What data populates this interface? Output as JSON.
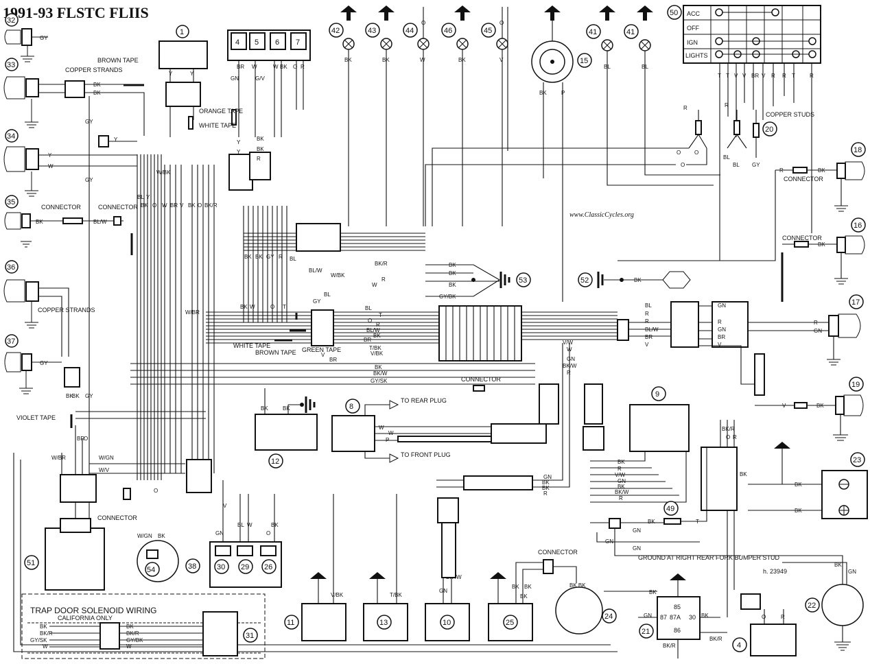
{
  "title": "1991-93 FLSTC FLIIS",
  "watermark": "www.ClassicCycles.org",
  "figure_id": "h. 23949",
  "notes": {
    "brown_tape": "BROWN TAPE",
    "copper_strands": "COPPER STRANDS",
    "orange_tape": "ORANGE TAPE",
    "white_tape": "WHITE TAPE",
    "white_tape2": "WHITE TAPE",
    "brown_tape2": "BROWN TAPE",
    "green_tape": "GREEN TAPE",
    "violet_tape": "VIOLET TAPE",
    "copper_strands2": "COPPER STRANDS",
    "copper_studs": "COPPER STUDS",
    "connector": "CONNECTOR",
    "to_rear_plug": "TO REAR PLUG",
    "to_front_plug": "TO FRONT PLUG",
    "ground_note": "GROUND AT RIGHT REAR FORK BUMPER STUD",
    "trap_door": "TRAP DOOR SOLENOID WIRING",
    "california": "CALIFORNIA ONLY"
  },
  "ignition_switch": {
    "label": "50",
    "positions": [
      "ACC",
      "OFF",
      "IGN",
      "LIGHTS"
    ],
    "terminals": [
      "T",
      "T",
      "V",
      "V",
      "BR",
      "V",
      "R",
      "R",
      "T",
      "R"
    ]
  },
  "components": {
    "c1": "1",
    "c4": "4",
    "c5": "5",
    "c6": "6",
    "c7": "7",
    "c8": "8",
    "c9": "9",
    "c10": "10",
    "c11": "11",
    "c12": "12",
    "c13": "13",
    "c15": "15",
    "c16": "16",
    "c17": "17",
    "c18": "18",
    "c19": "19",
    "c20": "20",
    "c21": "21",
    "c22": "22",
    "c23": "23",
    "c24": "24",
    "c25": "25",
    "c26": "26",
    "c29": "29",
    "c30": "30",
    "c31": "31",
    "c32": "32",
    "c33": "33",
    "c34": "34",
    "c35": "35",
    "c36": "36",
    "c37": "37",
    "c38": "38",
    "c41a": "41",
    "c41b": "41",
    "c42": "42",
    "c43": "43",
    "c44": "44",
    "c45": "45",
    "c46": "46",
    "c49": "49",
    "c51": "51",
    "c52": "52",
    "c53": "53",
    "c54": "54",
    "c4b": "4"
  },
  "relay_pins": {
    "p85": "85",
    "p87": "87",
    "p87a": "87A",
    "p30": "30",
    "p86": "86"
  },
  "wire_labels": {
    "gy1": "GY",
    "bk1": "BK",
    "bk2": "BK",
    "gy2": "GY",
    "gy3": "GY",
    "y1": "Y",
    "w1": "W",
    "y2": "Y",
    "y3": "Y",
    "bk35": "BK",
    "blw35": "BL/W",
    "gy37": "GY",
    "bk42": "BK",
    "bk43": "BK",
    "o44": "O",
    "w44": "W",
    "bk46": "BK",
    "o45": "O",
    "v45": "V",
    "bk15": "BK",
    "p15": "P",
    "bl41a": "BL",
    "bl41b": "BL",
    "br4": "BR",
    "w5": "W",
    "w6": "W",
    "bk6": "BK",
    "o7": "O",
    "r7": "R",
    "gn_a": "GN",
    "gy_a": "GY",
    "gv_a": "G/V",
    "y_a": "Y",
    "bk_a": "BK",
    "y_b": "Y",
    "bk_b": "BK",
    "r_a": "R",
    "wbk": "W/BK",
    "bly": "BL",
    "yy": "Y",
    "bkk": "BK",
    "oo": "O",
    "brv": "BR",
    "v_c": "V",
    "w_c": "W",
    "bkr": "BK/R",
    "bk_d": "BK",
    "bkg": "BK",
    "gy_d": "GY",
    "r_d": "R",
    "bl_d": "BL",
    "bl_w": "BL/W",
    "w_bk2": "W/BK",
    "w_e": "W",
    "bk_r2": "BK/R",
    "r_e": "R",
    "bk_f": "BK",
    "bk_g": "BK",
    "bk_h": "BK",
    "gy_bk": "GY/BK",
    "bk_i": "BK",
    "w_i": "W",
    "o_i": "O",
    "t_i": "T",
    "bl_i": "BL",
    "gy_i": "GY",
    "bl_j": "BL",
    "t_j": "T",
    "o_j": "O",
    "r_j": "R",
    "blw_j": "BL/W",
    "bk_j": "BK",
    "br_j": "BR",
    "tbk": "T/BK",
    "vbk": "V/BK",
    "v_j": "V",
    "br_k": "BR",
    "bk_l": "BK",
    "bkw": "BK/W",
    "gysk": "GY/SK",
    "w_br": "W/BR",
    "w_gn": "W/GN",
    "w_v": "W/V",
    "o_m": "O",
    "bk_m": "BK",
    "gy_m": "GY",
    "bk_n": "BK",
    "br_o": "BR",
    "o_o": "O",
    "w_br2": "W/BR",
    "v_p": "V",
    "gn_q": "GN",
    "bl_q": "BL",
    "w_q": "W",
    "bk_q": "BK",
    "o_q": "O",
    "w_gn2": "W/GN",
    "bk_r": "BK",
    "bk12": "BK",
    "bk12b": "BK",
    "w8a": "W",
    "w8b": "W",
    "p8": "P",
    "gn_s": "GN",
    "bk_s": "BK",
    "bk_s2": "BK",
    "r_s": "R",
    "vw_t": "V/W",
    "w_t": "W",
    "gn_t": "GN",
    "bkw_t": "BK/W",
    "r_t": "R",
    "bk9": "BK",
    "r9": "R",
    "vw9": "V/W",
    "gn9": "GN",
    "bk9b": "BK",
    "bkw9": "BK/W",
    "r9b": "R",
    "bl_u": "BL",
    "bk_u": "BK",
    "r_u": "R",
    "r_u2": "R",
    "blw_u": "BL/W",
    "br_u": "BR",
    "v_u": "V",
    "gn_v": "GN",
    "r_v": "R",
    "gn_v2": "GN",
    "br_v": "BR",
    "v_v": "V",
    "r17": "R",
    "gn17": "GN",
    "v19": "V",
    "bk19": "BK",
    "bk18": "BK",
    "bk16": "BK",
    "r18": "R",
    "bkr_w": "BK/R",
    "o_w": "O",
    "r_w": "R",
    "bk_w": "BK",
    "bk23": "BK",
    "bk23b": "BK",
    "bk49": "BK",
    "t49": "T",
    "gn49": "GN",
    "gn_49b": "GN",
    "bk_x": "BK",
    "gn_x": "GN",
    "bk_y": "BK",
    "bkr_y": "BK/R",
    "bkr_y2": "BK/R",
    "o_4": "O",
    "r_4": "R",
    "bk22": "BK",
    "gn22": "GN",
    "bkbk24": "BK BK",
    "bk25": "BK",
    "bk25b": "BK",
    "gn10": "GN",
    "bkw10": "BK /W",
    "vbk11": "V/BK",
    "tbk13": "T/BK",
    "r_20": "R",
    "r_20b": "R",
    "bl_20": "BL",
    "bl_20b": "BL",
    "gy_20": "GY",
    "o_20": "O",
    "o_20b": "O",
    "o_20c": "O",
    "t_bk_31": "BK",
    "bkr_31": "BK/R",
    "gysk_31": "GY/SK",
    "w_31": "W",
    "bk_31b": "BK",
    "bkr_31b": "BK/R",
    "gybk_31": "GY/BK",
    "w_31b": "W"
  }
}
